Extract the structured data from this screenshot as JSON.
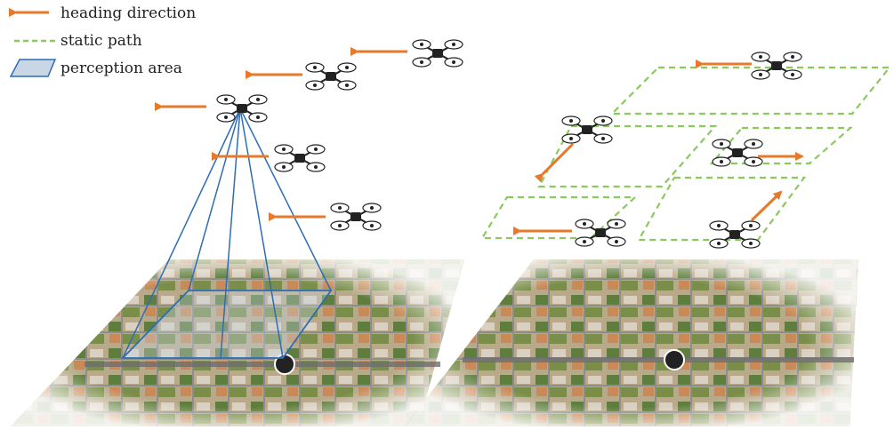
{
  "legend": {
    "items": [
      {
        "label": "heading direction",
        "symbol": "orange-arrow",
        "color": "#E8782A"
      },
      {
        "label": "static path",
        "symbol": "green-dashed-line",
        "color": "#8CC860"
      },
      {
        "label": "perception area",
        "symbol": "blue-parallelogram",
        "color": "#2E6DB4"
      }
    ]
  },
  "colors": {
    "arrow": "#E8782A",
    "static_path": "#8CC860",
    "perception": "#2E6DB4",
    "perception_fill": "#C9D6E6"
  },
  "panels": [
    {
      "name": "left-panel",
      "uav_count": 5,
      "perception_cone": true
    },
    {
      "name": "right-panel",
      "uav_count": 5,
      "perception_cone": false
    }
  ]
}
